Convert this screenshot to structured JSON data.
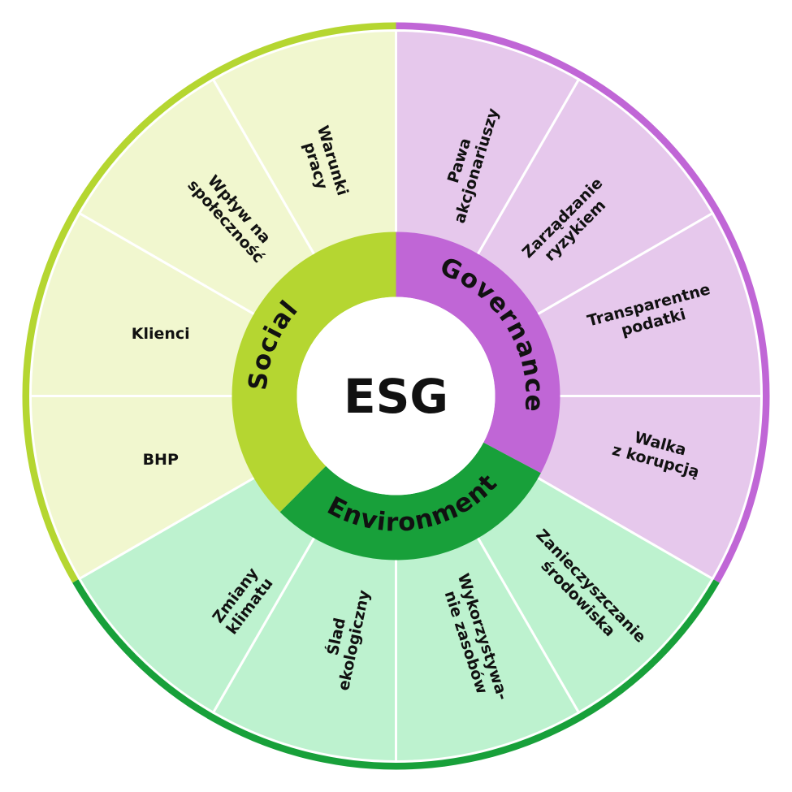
{
  "center": {
    "title": "ESG"
  },
  "colors": {
    "social_ring": "#b5d631",
    "social_segment": "#f1f7cf",
    "social_outer": "#b5d631",
    "governance_ring": "#c066d6",
    "governance_segment": "#e6c8ec",
    "governance_outer": "#c066d6",
    "environment_ring": "#18a03a",
    "environment_segment": "#bdf2cf",
    "environment_outer": "#18a03a",
    "center_fill": "#ffffff",
    "divider": "#ffffff"
  },
  "pillars": [
    {
      "key": "social",
      "label": "Social",
      "segments": [
        {
          "lines": [
            "Warunki",
            "pracy"
          ]
        },
        {
          "lines": [
            "Wpływ na",
            "społeczność"
          ]
        },
        {
          "lines": [
            "Klienci"
          ]
        },
        {
          "lines": [
            "BHP"
          ]
        }
      ]
    },
    {
      "key": "governance",
      "label": "Governance",
      "segments": [
        {
          "lines": [
            "Pawa",
            "akcjonariuszy"
          ]
        },
        {
          "lines": [
            "Zarządzanie",
            "ryzykiem"
          ]
        },
        {
          "lines": [
            "Transparentne",
            "podatki"
          ]
        },
        {
          "lines": [
            "Walka",
            "z korupcją"
          ]
        }
      ]
    },
    {
      "key": "environment",
      "label": "Environment",
      "segments": [
        {
          "lines": [
            "Zanieczyszczanie",
            "środowiska"
          ]
        },
        {
          "lines": [
            "Wykorzystywa-",
            "nie zasobów"
          ]
        },
        {
          "lines": [
            "Ślad",
            "ekologiczny"
          ]
        },
        {
          "lines": [
            "Zmiany",
            "klimatu"
          ]
        }
      ]
    }
  ]
}
